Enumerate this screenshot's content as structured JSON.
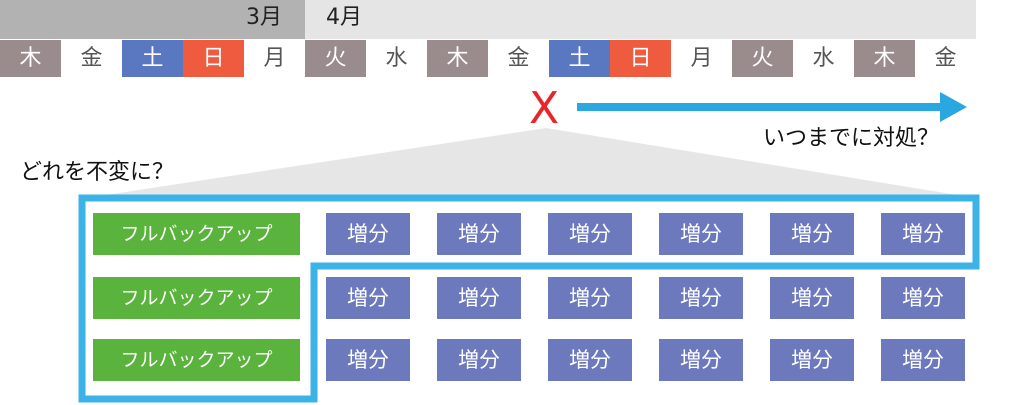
{
  "months": {
    "march": "3月",
    "april": "4月"
  },
  "days": [
    {
      "label": "木",
      "bg": "#9a8c8c",
      "fg": "#ffffff"
    },
    {
      "label": "金",
      "bg": "#ffffff",
      "fg": "#555555"
    },
    {
      "label": "土",
      "bg": "#5a77c2",
      "fg": "#ffffff"
    },
    {
      "label": "日",
      "bg": "#ef5b3f",
      "fg": "#ffffff"
    },
    {
      "label": "月",
      "bg": "#ffffff",
      "fg": "#555555"
    },
    {
      "label": "火",
      "bg": "#9a8c8c",
      "fg": "#ffffff"
    },
    {
      "label": "水",
      "bg": "#ffffff",
      "fg": "#555555"
    },
    {
      "label": "木",
      "bg": "#9a8c8c",
      "fg": "#ffffff"
    },
    {
      "label": "金",
      "bg": "#ffffff",
      "fg": "#555555"
    },
    {
      "label": "土",
      "bg": "#5a77c2",
      "fg": "#ffffff"
    },
    {
      "label": "日",
      "bg": "#ef5b3f",
      "fg": "#ffffff"
    },
    {
      "label": "月",
      "bg": "#ffffff",
      "fg": "#555555"
    },
    {
      "label": "火",
      "bg": "#9a8c8c",
      "fg": "#ffffff"
    },
    {
      "label": "水",
      "bg": "#ffffff",
      "fg": "#555555"
    },
    {
      "label": "木",
      "bg": "#9a8c8c",
      "fg": "#ffffff"
    },
    {
      "label": "金",
      "bg": "#ffffff",
      "fg": "#555555"
    }
  ],
  "failure_mark": "X",
  "deadline_text": "いつまでに対処？",
  "question_text": "どれを不変に？",
  "full_backup_label": "フルバックアップ",
  "increment_label": "増分",
  "colors": {
    "arrow": "#2aa7e0",
    "full_backup": "#5ab33c",
    "increment": "#6c79bd",
    "failure": "#e8262a",
    "selection_outline": "#3bb3e6"
  }
}
